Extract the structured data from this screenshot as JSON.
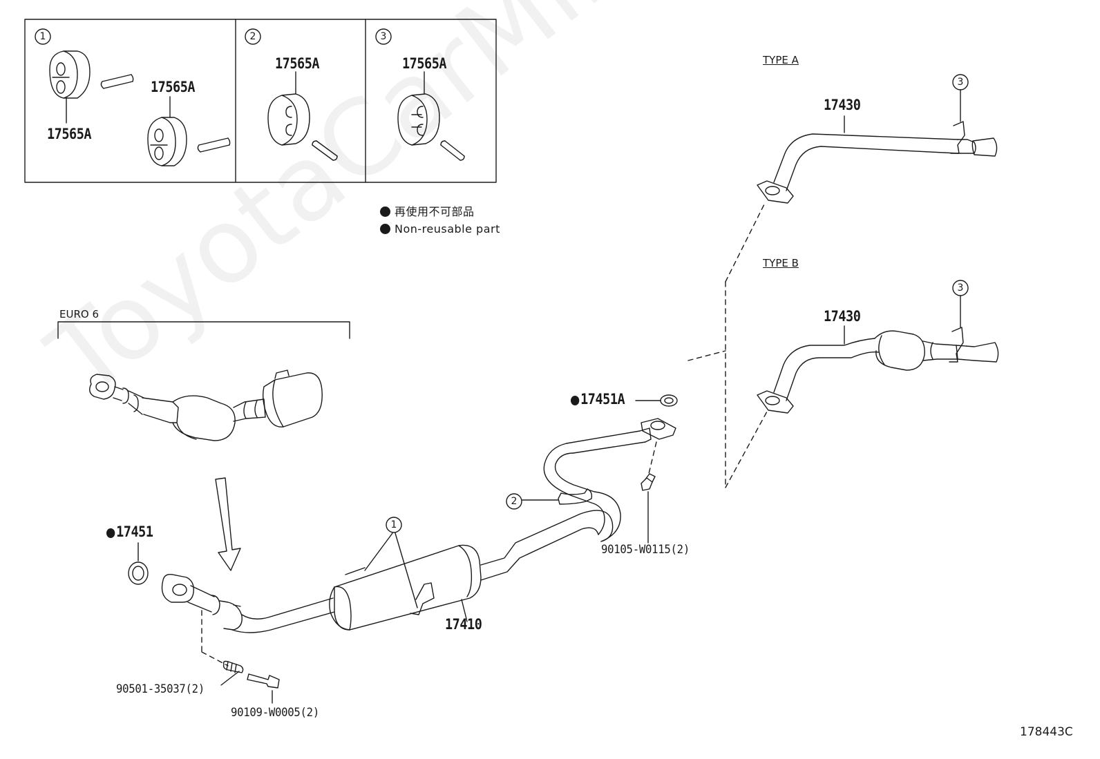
{
  "diagram_code": "178443C",
  "watermark": "ToyotaCarMine.ru",
  "legend": {
    "jp": "再使用不可部品",
    "en": "Non-reusable part"
  },
  "insets": [
    {
      "num": "1",
      "labels": [
        "17565A",
        "17565A"
      ]
    },
    {
      "num": "2",
      "labels": [
        "17565A"
      ]
    },
    {
      "num": "3",
      "labels": [
        "17565A"
      ]
    }
  ],
  "headers": {
    "euro6": "EURO 6",
    "type_a": "TYPE A",
    "type_b": "TYPE B"
  },
  "parts": {
    "p17430_a": "17430",
    "p17430_b": "17430",
    "p17451A": "17451A",
    "p17451": "17451",
    "p17410": "17410",
    "p90105": "90105-W0115(2)",
    "p90501": "90501-35037(2)",
    "p90109": "90109-W0005(2)"
  },
  "callouts": {
    "c1": "1",
    "c2": "2",
    "c3a": "3",
    "c3b": "3"
  }
}
